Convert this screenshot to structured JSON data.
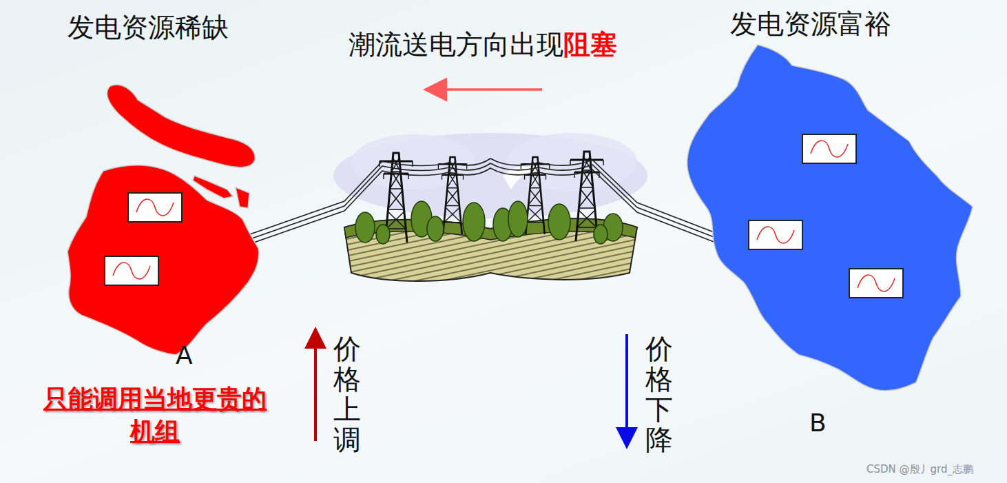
{
  "diagram": {
    "title": "潮流送电方向出现",
    "nodes": [
      {
        "text": [
          "发电资源稀缺",
          "A"
        ]
      },
      {
        "text": [
          "发电资源富裕",
          "B"
        ]
      }
    ],
    "edges": [
      {
        "from": 0,
        "to": 1,
        "arrow": "none"
      }
    ],
    "labels": [
      "阻塞",
      "价格上调",
      "价格下降",
      "只能调用当地更贵的机组",
      "CSDN @殷丿grd_志鹏"
    ]
  }
}
